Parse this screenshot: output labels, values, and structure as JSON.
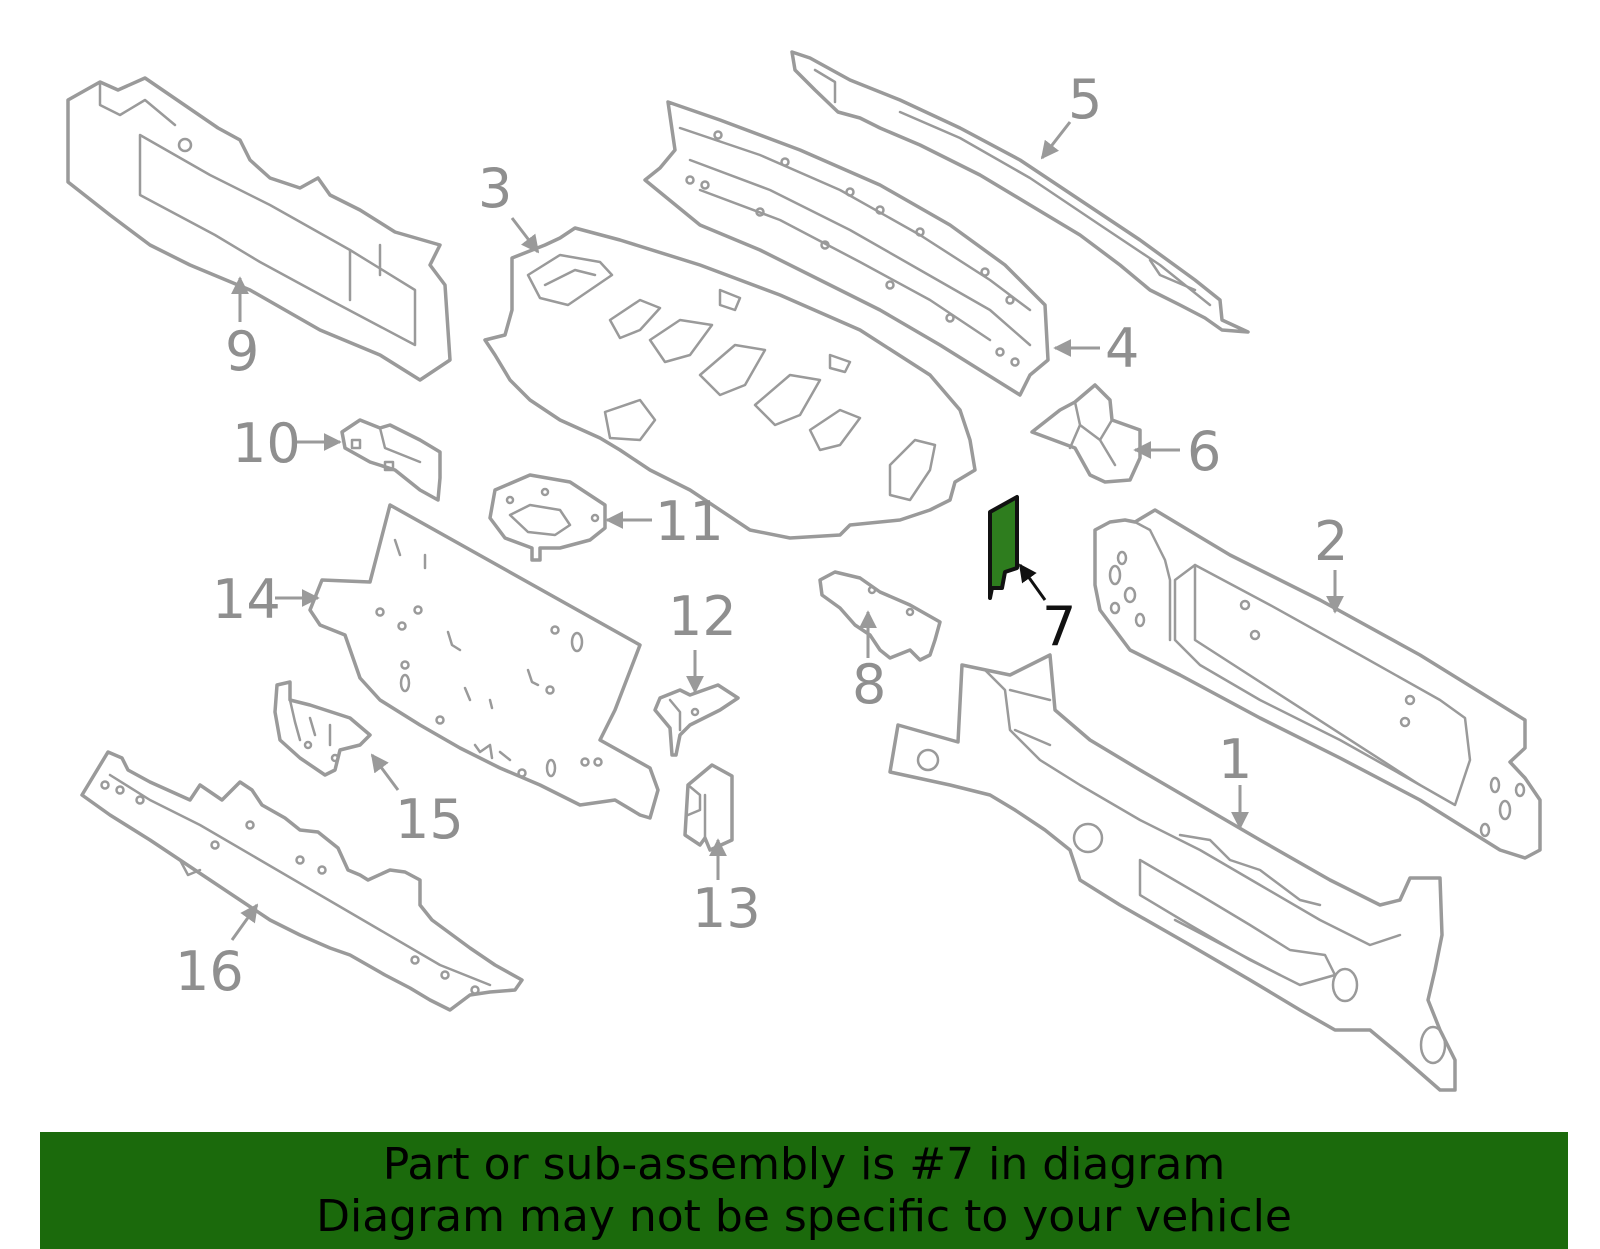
{
  "callouts": {
    "c1": "1",
    "c2": "2",
    "c3": "3",
    "c4": "4",
    "c5": "5",
    "c6": "6",
    "c7": "7",
    "c8": "8",
    "c9": "9",
    "c10": "10",
    "c11": "11",
    "c12": "12",
    "c13": "13",
    "c14": "14",
    "c15": "15",
    "c16": "16"
  },
  "highlight": {
    "part": "7",
    "color": "#2e7d1e",
    "outline": "#111111"
  },
  "colors": {
    "linework": "#9a9a9a",
    "banner": "#1b6a0c"
  },
  "banner": {
    "line1": "Part or sub-assembly is #7 in diagram",
    "line2": "Diagram may not be specific to your vehicle"
  }
}
